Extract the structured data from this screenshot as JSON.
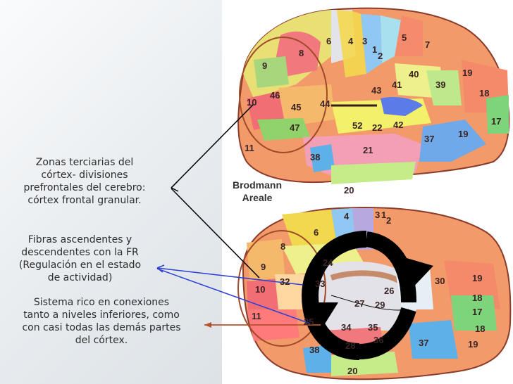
{
  "captions": {
    "zonas": [
      "Zonas terciarias del",
      "córtex- divisiones",
      "prefrontales del cerebro:",
      "córtex frontal granular."
    ],
    "fibras": [
      "Fibras ascendentes y",
      "descendentes con la FR",
      "(Regulación en el estado",
      "de actividad)"
    ],
    "sistema": [
      "Sistema rico en conexiones",
      "tanto a niveles inferiores, como",
      "con casi todas las demás partes",
      "del córtex."
    ]
  },
  "legend": {
    "line1": "Brodmann",
    "line2": "Areale"
  },
  "lateral_areas": [
    "6",
    "4",
    "3",
    "1",
    "2",
    "5",
    "7",
    "8",
    "9",
    "10",
    "46",
    "45",
    "44",
    "47",
    "11",
    "43",
    "41",
    "40",
    "39",
    "52",
    "22",
    "42",
    "19",
    "18",
    "17",
    "37",
    "38",
    "21",
    "20"
  ],
  "medial_areas": [
    "4",
    "3",
    "1",
    "2",
    "6",
    "8",
    "9",
    "10",
    "11",
    "32",
    "33",
    "24",
    "26",
    "27",
    "29",
    "30",
    "25",
    "34",
    "28",
    "38",
    "35",
    "36",
    "37",
    "19",
    "18",
    "17",
    "20"
  ],
  "colors": {
    "arrow_black": "#000000",
    "arrow_blue": "#2c3fd6",
    "arrow_brown": "#b5522a",
    "frontal_circle": "#a14a2a"
  }
}
